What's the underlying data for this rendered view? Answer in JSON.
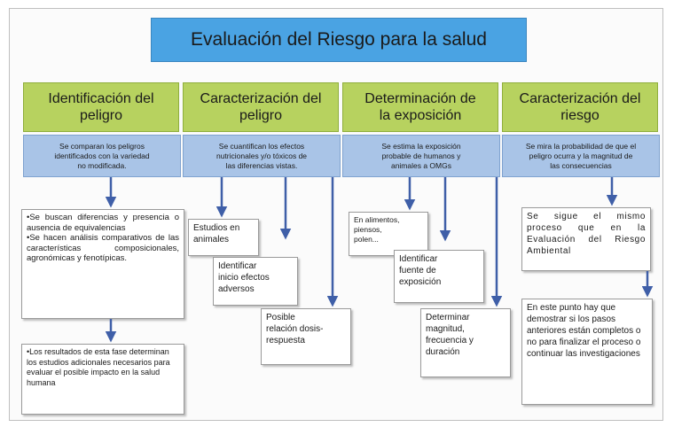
{
  "title": "Evaluación del Riesgo para la salud",
  "phases": [
    {
      "label": "Identificación del\npeligro"
    },
    {
      "label": "Caracterización del\npeligro"
    },
    {
      "label": "Determinación de\nla exposición"
    },
    {
      "label": "Caracterización del\nriesgo"
    }
  ],
  "descriptions": [
    {
      "text": "Se comparan los peligros\nidentificados con la variedad\nno modificada."
    },
    {
      "text": "Se cuantifican los efectos\nnutricionales y/o tóxicos de\nlas diferencias vistas."
    },
    {
      "text": "Se estima la exposición\nprobable de humanos y\nanimales a OMGs"
    },
    {
      "text": "Se mira la probabilidad de que el\npeligro ocurra y la magnitud de\nlas consecuencias"
    }
  ],
  "boxes": {
    "id_differences": "•Se buscan diferencias y presencia o ausencia de equivalencias\n•Se hacen análisis comparativos de las características composicionales, agronómicas y fenotípicas.",
    "id_results": "•Los resultados de esta fase determinan los estudios adicionales necesarios para evaluar el posible impacto en la salud humana",
    "car_studies": "Estudios en\nanimales",
    "car_identify": "Identificar\ninicio efectos\nadversos",
    "car_relation": "Posible\nrelación dosis-\nrespuesta",
    "exp_food": "En alimentos,\npiensos,\npolen...",
    "exp_source": "Identificar\nfuente de\nexposición",
    "exp_magnitude": "Determinar\nmagnitud,\nfrecuencia y\nduración",
    "risk_process": "Se sigue el mismo proceso que en la Evaluación del Riesgo Ambiental",
    "risk_final": "En este punto hay que demostrar si los pasos anteriores están completos o no para finalizar el proceso o continuar las investigaciones"
  }
}
